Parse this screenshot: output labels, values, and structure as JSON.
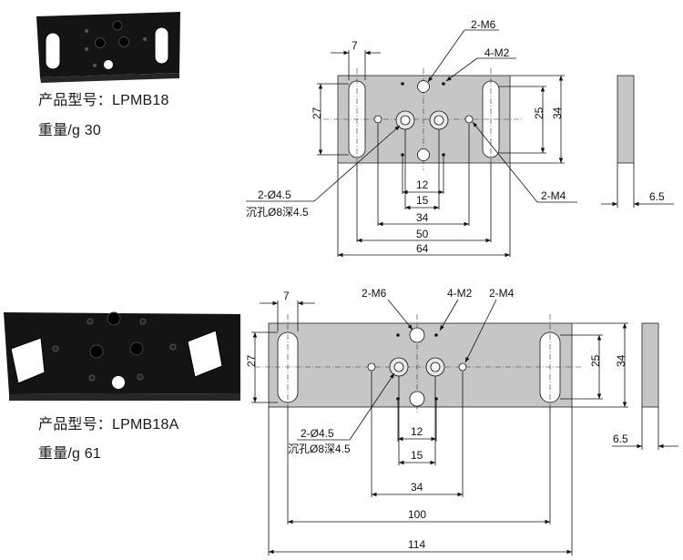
{
  "products": [
    {
      "model_label": "产品型号：LPMB18",
      "weight_label": "重量/g  30",
      "callouts": {
        "m6": "2-M6",
        "m2": "4-M2",
        "m4": "2-M4",
        "hole": "2-Ø4.5",
        "counterbore": "沉孔Ø8深4.5"
      },
      "dims": {
        "slot": "7",
        "d27": "27",
        "d25": "25",
        "d34v": "34",
        "d12": "12",
        "d15": "15",
        "d34": "34",
        "d50": "50",
        "d64": "64",
        "thick": "6.5"
      }
    },
    {
      "model_label": "产品型号：LPMB18A",
      "weight_label": "重量/g  61",
      "callouts": {
        "m6": "2-M6",
        "m2": "4-M2",
        "m4": "2-M4",
        "hole": "2-Ø4.5",
        "counterbore": "沉孔Ø8深4.5"
      },
      "dims": {
        "slot": "7",
        "d27": "27",
        "d25": "25",
        "d34v": "34",
        "d12": "12",
        "d15": "15",
        "d34": "34",
        "d100": "100",
        "d114": "114",
        "thick": "6.5"
      }
    }
  ]
}
